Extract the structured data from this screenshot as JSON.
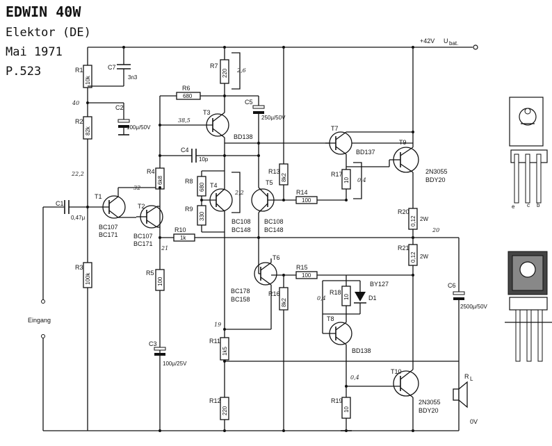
{
  "header": {
    "title": "EDWIN 40W",
    "source": "Elektor (DE)",
    "date": "Mai 1971",
    "page": "P.523"
  },
  "supply": {
    "plus": "+42V",
    "u": "U",
    "u_sub": "bat.",
    "ground": "0V"
  },
  "labels": {
    "input": "Eingang",
    "load_r": "R",
    "load_sub": "L",
    "lead_e": "e",
    "lead_c": "c",
    "lead_b": "b"
  },
  "resistors": [
    {
      "ref": "R1",
      "value": "10k"
    },
    {
      "ref": "R2",
      "value": "82k"
    },
    {
      "ref": "R3",
      "value": "100k"
    },
    {
      "ref": "R4",
      "value": "6k8"
    },
    {
      "ref": "R5",
      "value": "100"
    },
    {
      "ref": "R6",
      "value": "680"
    },
    {
      "ref": "R7",
      "value": "220"
    },
    {
      "ref": "R8",
      "value": "680"
    },
    {
      "ref": "R9",
      "value": "330"
    },
    {
      "ref": "R10",
      "value": "1k"
    },
    {
      "ref": "R11",
      "value": "1k5"
    },
    {
      "ref": "R12",
      "value": "220"
    },
    {
      "ref": "R13",
      "value": "8k2"
    },
    {
      "ref": "R14",
      "value": "100"
    },
    {
      "ref": "R15",
      "value": "100"
    },
    {
      "ref": "R16",
      "value": "8k2"
    },
    {
      "ref": "R17",
      "value": "10"
    },
    {
      "ref": "R18",
      "value": "10"
    },
    {
      "ref": "R19",
      "value": "10"
    },
    {
      "ref": "R20",
      "value": "0,12",
      "power": "2W"
    },
    {
      "ref": "R21",
      "value": "0,12",
      "power": "2W"
    }
  ],
  "capacitors": [
    {
      "ref": "C1",
      "value": "0,47μ"
    },
    {
      "ref": "C2",
      "value": "100μ/50V"
    },
    {
      "ref": "C3",
      "value": "100μ/25V"
    },
    {
      "ref": "C4",
      "value": "10p"
    },
    {
      "ref": "C5",
      "value": "250μ/50V"
    },
    {
      "ref": "C6",
      "value": "2500μ/50V"
    },
    {
      "ref": "C7",
      "value": "3n3"
    }
  ],
  "transistors": [
    {
      "ref": "T1",
      "type": "BC107",
      "alt": "BC171"
    },
    {
      "ref": "T2",
      "type": "BC107",
      "alt": "BC171"
    },
    {
      "ref": "T3",
      "type": "BD138"
    },
    {
      "ref": "T4",
      "type": "BC108",
      "alt": "BC148"
    },
    {
      "ref": "T5",
      "type": "BC108",
      "alt": "BC148"
    },
    {
      "ref": "T6",
      "type": "BC178",
      "alt": "BC158"
    },
    {
      "ref": "T7",
      "type": "BD137"
    },
    {
      "ref": "T8",
      "type": "BD138"
    },
    {
      "ref": "T9",
      "type": "2N3055",
      "alt": "BDY20"
    },
    {
      "ref": "T10",
      "type": "2N3055",
      "alt": "BDY20"
    }
  ],
  "diode": {
    "ref": "D1",
    "type": "BY127"
  },
  "voltages": [
    "40",
    "22,2",
    "32",
    "21",
    "38,5",
    "2,6",
    "2,2",
    "0,4",
    "20",
    "19",
    "0,4",
    "0,4"
  ]
}
